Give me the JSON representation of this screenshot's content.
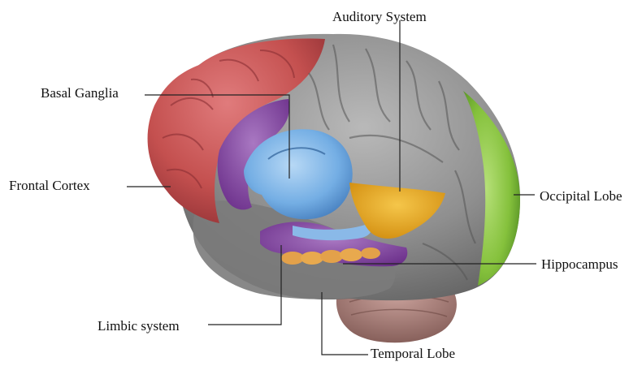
{
  "labels": {
    "auditory": "Auditory System",
    "basal": "Basal Ganglia",
    "frontal": "Frontal Cortex",
    "occipital": "Occipital Lobe",
    "hippocampus": "Hippocampus",
    "limbic": "Limbic system",
    "temporal": "Temporal Lobe"
  },
  "colors": {
    "frontal": "#c8555a",
    "cortex_gray": "#8e8e8e",
    "occipital": "#8cc63e",
    "basal_ganglia": "#6aa3dd",
    "limbic": "#8a4aa6",
    "auditory": "#e7a91a",
    "hippocampus": "#e3a14a",
    "cerebellum": "#b58a84",
    "leader_line": "#222222"
  }
}
